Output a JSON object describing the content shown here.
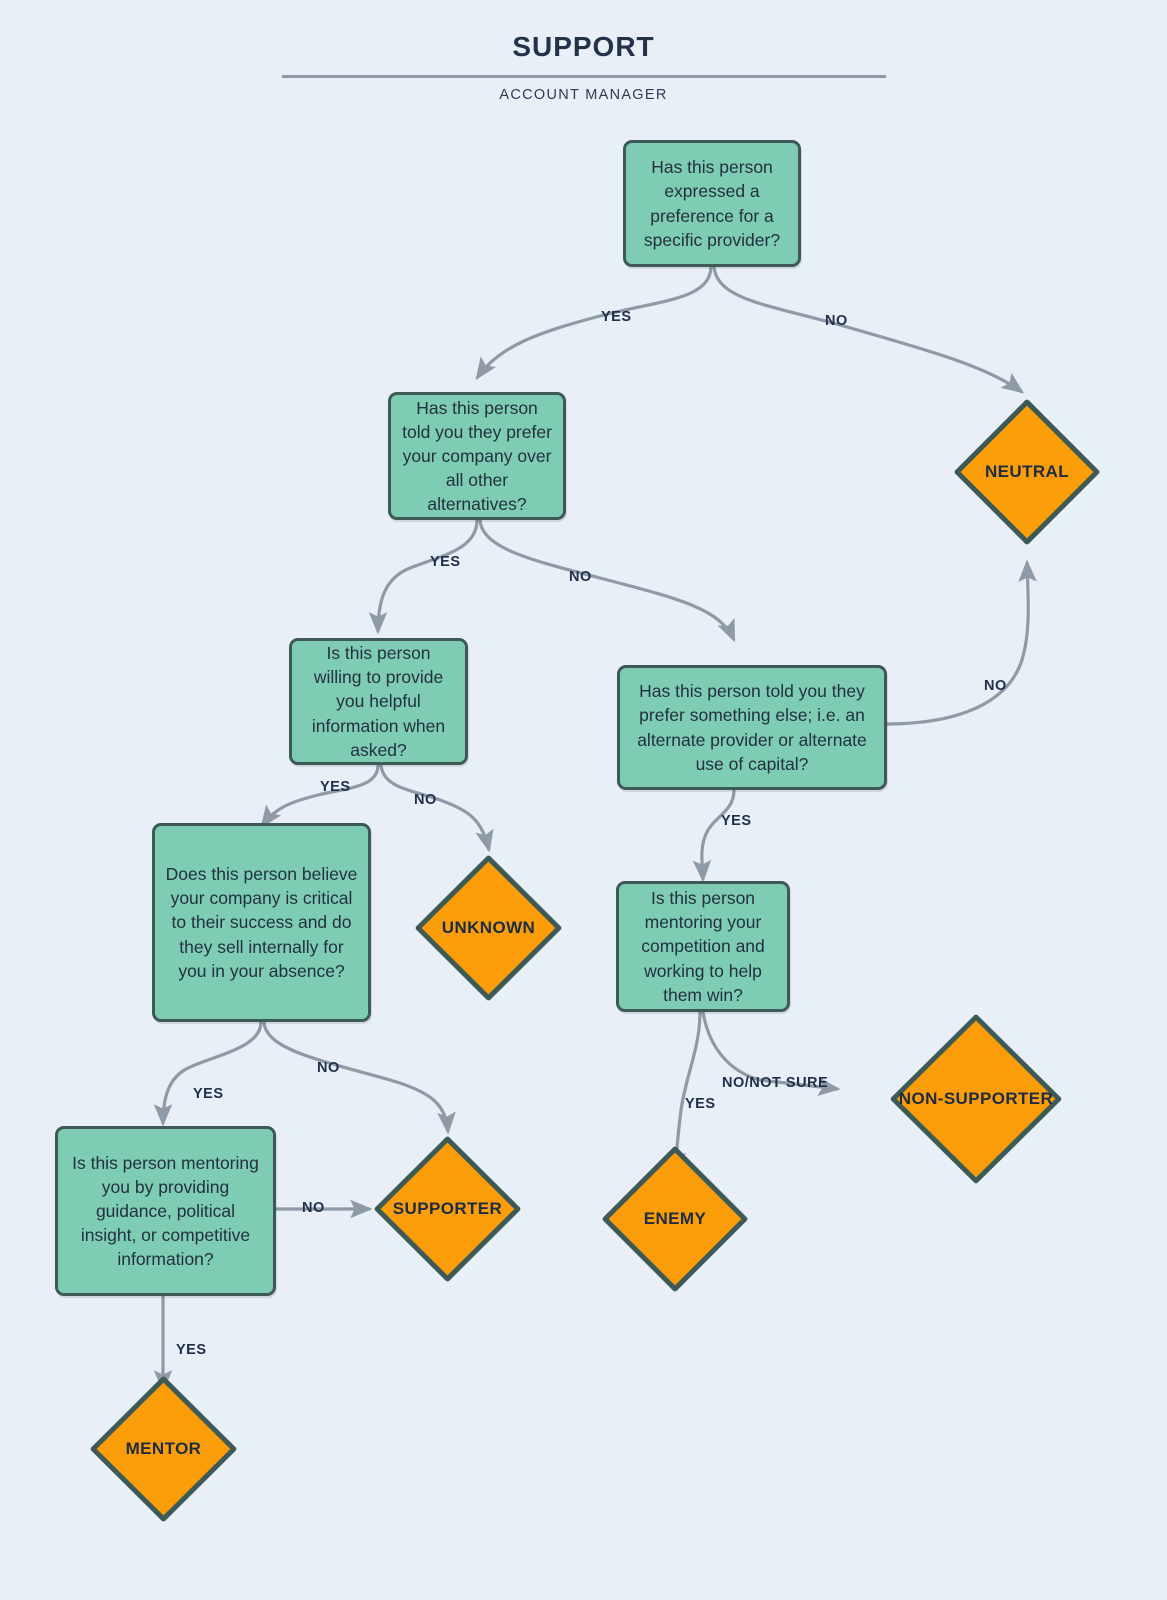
{
  "header": {
    "title": "SUPPORT",
    "subtitle": "ACCOUNT MANAGER"
  },
  "colors": {
    "background": "#e8eff6",
    "question_fill": "#7fccb4",
    "question_border": "#3e5a57",
    "outcome_fill": "#fb9d09",
    "outcome_border": "#3e5a57",
    "edge": "#8e9aa6",
    "text_dark": "#22313f",
    "label_text": "#1f2e49"
  },
  "nodes": [
    {
      "id": "q1",
      "type": "question",
      "text": "Has this person expressed a preference for a specific provider?"
    },
    {
      "id": "q2",
      "type": "question",
      "text": "Has this person told you they prefer your company over all other alternatives?"
    },
    {
      "id": "q3",
      "type": "question",
      "text": "Is this person willing to provide you helpful information when asked?"
    },
    {
      "id": "q4",
      "type": "question",
      "text": "Has this person told you they prefer something else; i.e. an alternate provider or alternate use of capital?"
    },
    {
      "id": "q5",
      "type": "question",
      "text": "Does this person believe your company is critical to their success and do they sell internally for you in your absence?"
    },
    {
      "id": "q6",
      "type": "question",
      "text": "Is this person mentoring your competition and working to help them win?"
    },
    {
      "id": "q7",
      "type": "question",
      "text": "Is this person mentoring you by providing guidance, political insight, or competitive information?"
    },
    {
      "id": "o_neutral",
      "type": "outcome",
      "text": "NEUTRAL"
    },
    {
      "id": "o_unknown",
      "type": "outcome",
      "text": "UNKNOWN"
    },
    {
      "id": "o_supporter",
      "type": "outcome",
      "text": "SUPPORTER"
    },
    {
      "id": "o_mentor",
      "type": "outcome",
      "text": "MENTOR"
    },
    {
      "id": "o_nonsupporter",
      "type": "outcome",
      "text": "NON-SUPPORTER"
    },
    {
      "id": "o_enemy",
      "type": "outcome",
      "text": "ENEMY"
    }
  ],
  "edges": [
    {
      "from": "q1",
      "to": "q2",
      "label": "YES"
    },
    {
      "from": "q1",
      "to": "o_neutral",
      "label": "NO"
    },
    {
      "from": "q2",
      "to": "q3",
      "label": "YES"
    },
    {
      "from": "q2",
      "to": "q4",
      "label": "NO"
    },
    {
      "from": "q3",
      "to": "q5",
      "label": "YES"
    },
    {
      "from": "q3",
      "to": "o_unknown",
      "label": "NO"
    },
    {
      "from": "q4",
      "to": "o_neutral",
      "label": "NO"
    },
    {
      "from": "q4",
      "to": "q6",
      "label": "YES"
    },
    {
      "from": "q5",
      "to": "q7",
      "label": "YES"
    },
    {
      "from": "q5",
      "to": "o_supporter",
      "label": "NO"
    },
    {
      "from": "q6",
      "to": "o_enemy",
      "label": "YES"
    },
    {
      "from": "q6",
      "to": "o_nonsupporter",
      "label": "NO/NOT SURE"
    },
    {
      "from": "q7",
      "to": "o_supporter",
      "label": "NO"
    },
    {
      "from": "q7",
      "to": "o_mentor",
      "label": "YES"
    }
  ],
  "edge_labels": {
    "e1_yes": "YES",
    "e1_no": "NO",
    "e2_yes": "YES",
    "e2_no": "NO",
    "e3_yes": "YES",
    "e3_no": "NO",
    "e4_no": "NO",
    "e4_yes": "YES",
    "e5_yes": "YES",
    "e5_no": "NO",
    "e6_yes": "YES",
    "e6_no": "NO/NOT SURE",
    "e7_no": "NO",
    "e7_yes": "YES"
  }
}
